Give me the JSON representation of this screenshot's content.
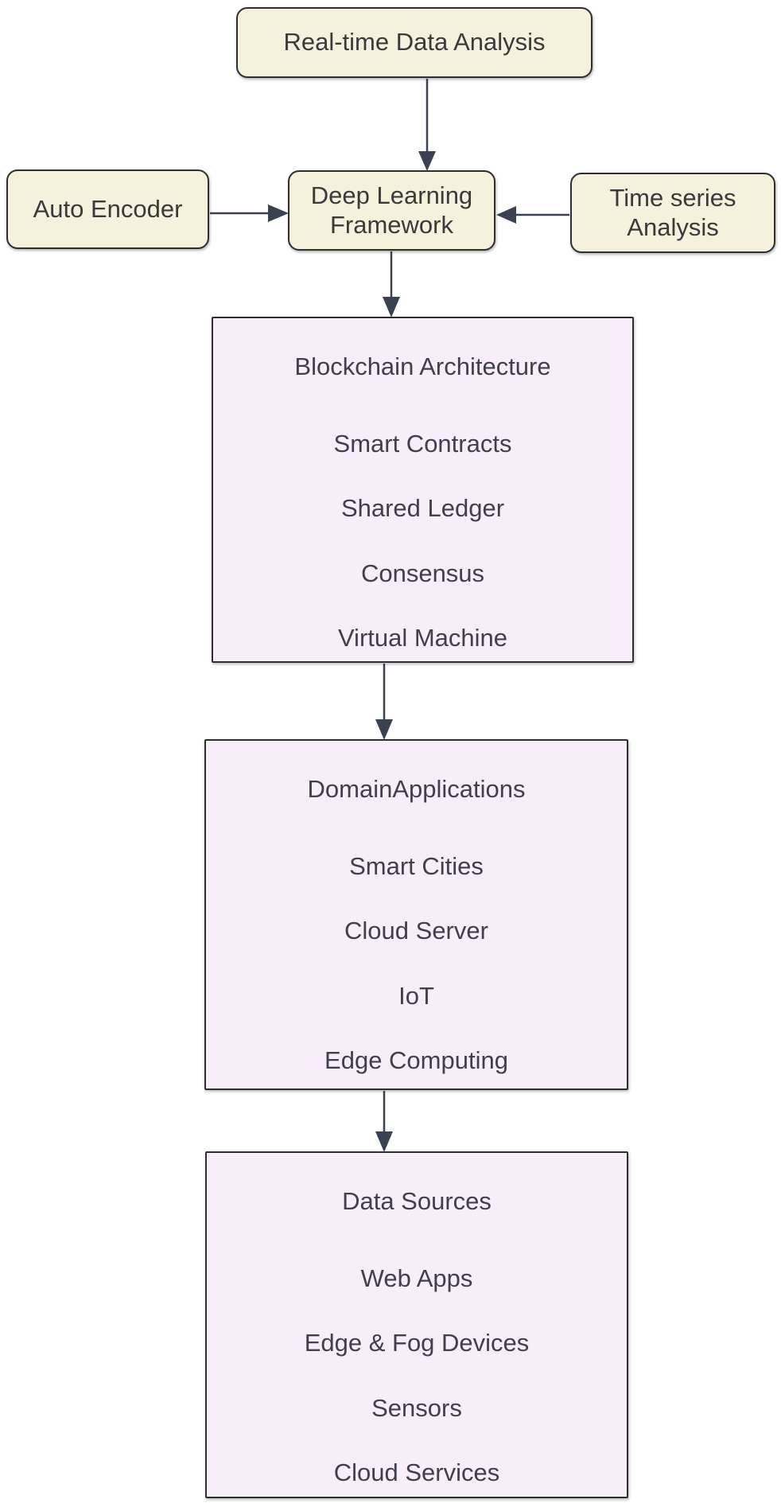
{
  "nodes": {
    "realtime": {
      "label": "Real-time Data Analysis"
    },
    "auto_encoder": {
      "label": "Auto Encoder"
    },
    "framework": {
      "label": "Deep Learning Framework"
    },
    "timeseries": {
      "label": "Time series Analysis"
    }
  },
  "sections": [
    {
      "title": "Blockchain Architecture",
      "items": [
        "Smart Contracts",
        "Shared Ledger",
        "Consensus",
        "Virtual Machine"
      ]
    },
    {
      "title": "DomainApplications",
      "items": [
        "Smart Cities",
        "Cloud Server",
        "IoT",
        "Edge Computing"
      ]
    },
    {
      "title": "Data Sources",
      "items": [
        "Web Apps",
        "Edge & Fog Devices",
        "Sensors",
        "Cloud Services"
      ]
    }
  ],
  "colors": {
    "node_fill": "#f5f1dc",
    "node_border": "#2e2e2e",
    "section_fill": "#f8eefa",
    "section_border": "#2e2e2e",
    "arrow": "#3a4150",
    "node_text": "#3a3a3a",
    "section_text": "#413e4e",
    "background": "#ffffff"
  }
}
